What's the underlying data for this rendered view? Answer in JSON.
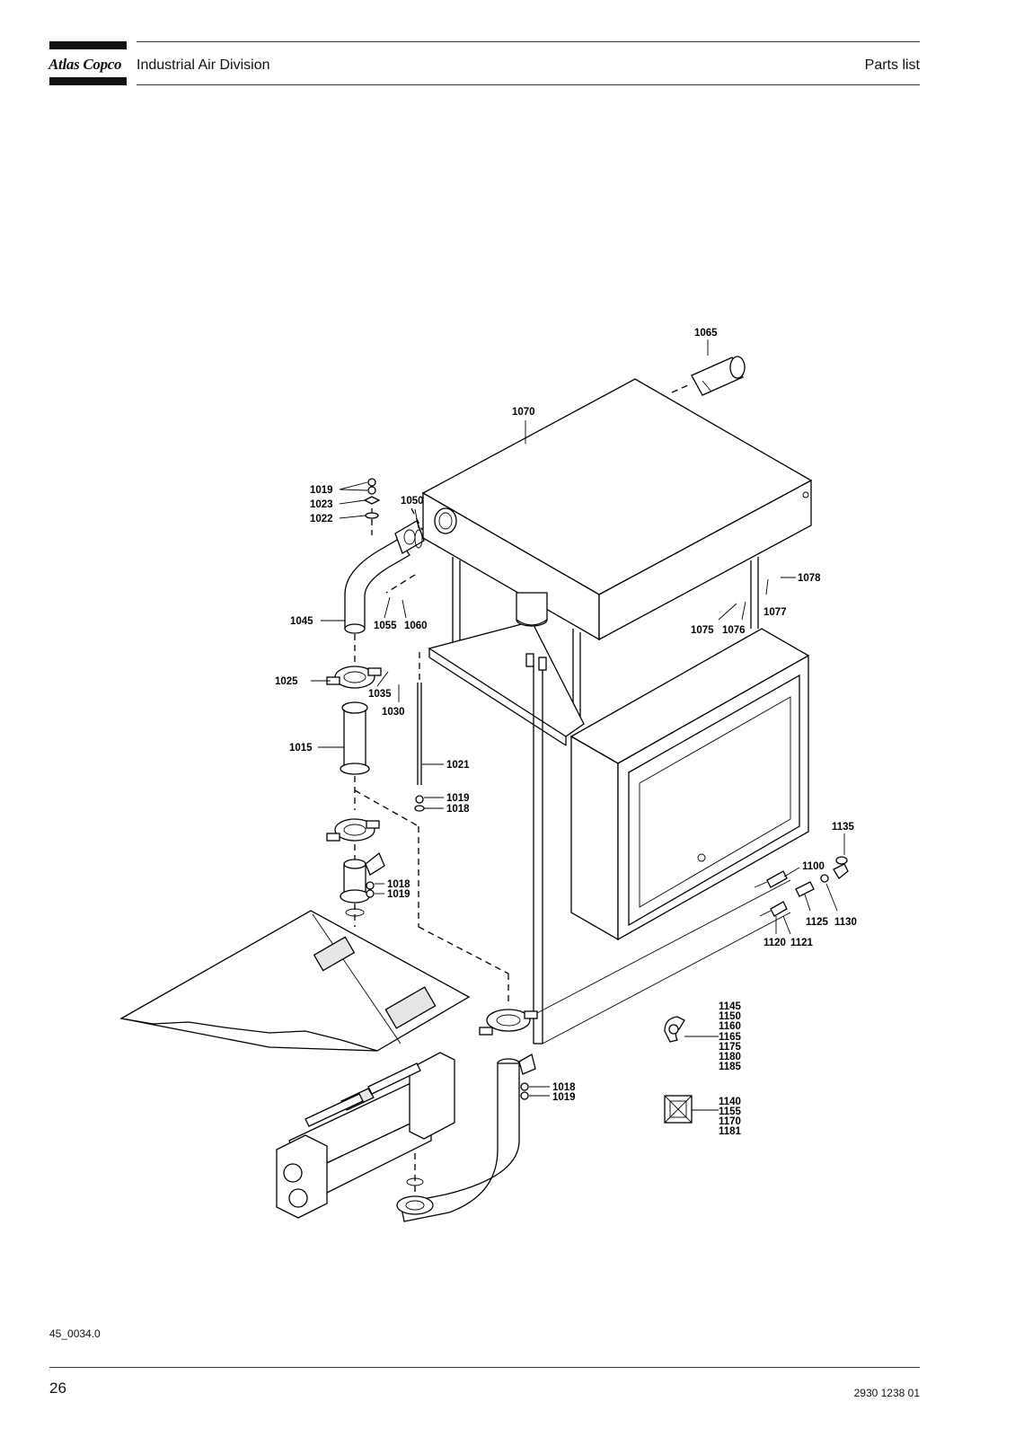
{
  "header": {
    "brand": "Atlas Copco",
    "division": "Industrial Air Division",
    "section": "Parts list"
  },
  "figure": {
    "figure_id": "45_0034.0",
    "callouts": {
      "c1065": "1065",
      "c1070": "1070",
      "c1019a": "1019",
      "c1023": "1023",
      "c1022": "1022",
      "c1050": "1050",
      "c1078": "1078",
      "c1077": "1077",
      "c1075": "1075",
      "c1076": "1076",
      "c1045": "1045",
      "c1055": "1055",
      "c1060": "1060",
      "c1025": "1025",
      "c1035": "1035",
      "c1030": "1030",
      "c1015": "1015",
      "c1021": "1021",
      "c1019b": "1019",
      "c1018b": "1018",
      "c1018c": "1018",
      "c1019c": "1019",
      "c1135": "1135",
      "c1100": "1100",
      "c1125": "1125",
      "c1130": "1130",
      "c1120": "1120",
      "c1121": "1121",
      "c1018d": "1018",
      "c1019d": "1019",
      "c1145": "1145",
      "c1150": "1150",
      "c1160": "1160",
      "c1165": "1165",
      "c1175": "1175",
      "c1180": "1180",
      "c1185": "1185",
      "c1140": "1140",
      "c1155": "1155",
      "c1170": "1170",
      "c1181": "1181"
    }
  },
  "footer": {
    "page_number": "26",
    "document_number": "2930 1238 01"
  }
}
